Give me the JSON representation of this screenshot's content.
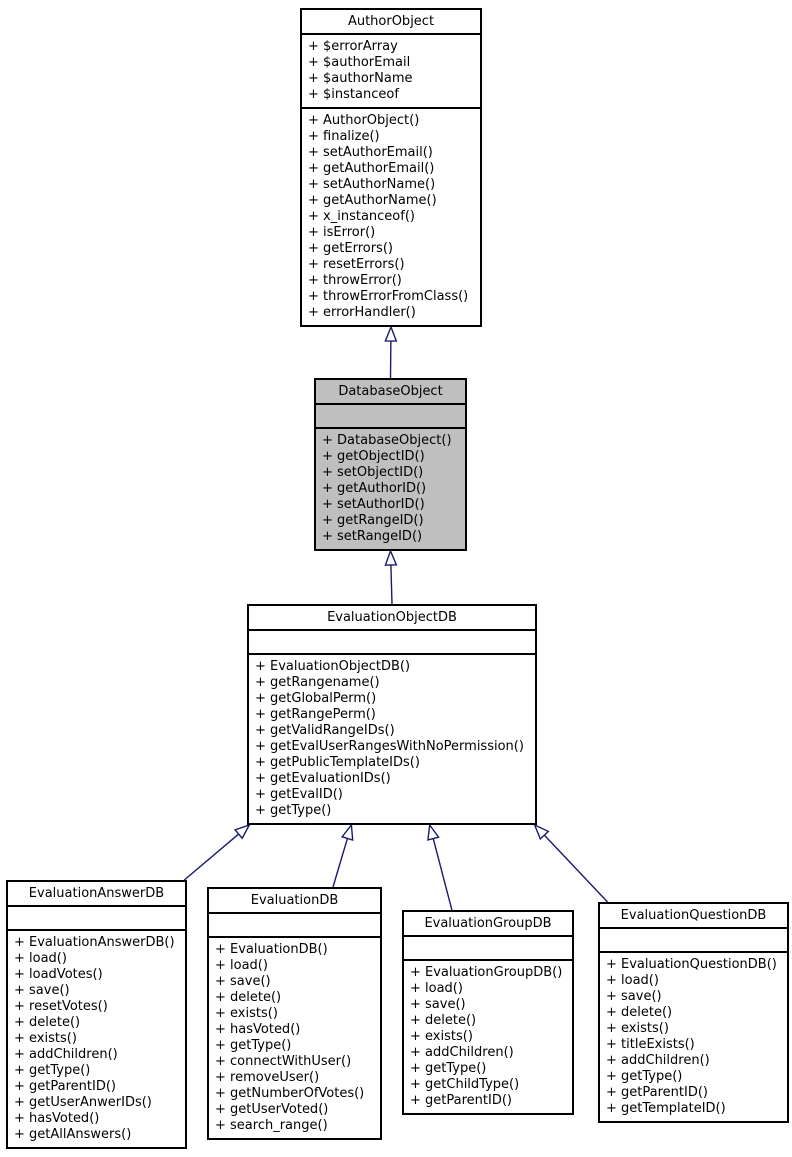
{
  "diagram": {
    "title": "UML class inheritance diagram",
    "background_color": "#ffffff",
    "node_border_color": "#000000",
    "node_fill_color": "#ffffff",
    "highlight_fill_color": "#bfbfbf",
    "edge_color": "#191970"
  },
  "classes": [
    {
      "id": "author",
      "name": "AuthorObject",
      "highlighted": false,
      "attributes": [
        "+ $errorArray",
        "+ $authorEmail",
        "+ $authorName",
        "+ $instanceof"
      ],
      "methods": [
        "+ AuthorObject()",
        "+ finalize()",
        "+ setAuthorEmail()",
        "+ getAuthorEmail()",
        "+ setAuthorName()",
        "+ getAuthorName()",
        "+ x_instanceof()",
        "+ isError()",
        "+ getErrors()",
        "+ resetErrors()",
        "+ throwError()",
        "+ throwErrorFromClass()",
        "+ errorHandler()"
      ]
    },
    {
      "id": "database",
      "name": "DatabaseObject",
      "highlighted": true,
      "attributes": [],
      "methods": [
        "+ DatabaseObject()",
        "+ getObjectID()",
        "+ setObjectID()",
        "+ getAuthorID()",
        "+ setAuthorID()",
        "+ getRangeID()",
        "+ setRangeID()"
      ]
    },
    {
      "id": "evalobject",
      "name": "EvaluationObjectDB",
      "highlighted": false,
      "attributes": [],
      "methods": [
        "+ EvaluationObjectDB()",
        "+ getRangename()",
        "+ getGlobalPerm()",
        "+ getRangePerm()",
        "+ getValidRangeIDs()",
        "+ getEvalUserRangesWithNoPermission()",
        "+ getPublicTemplateIDs()",
        "+ getEvaluationIDs()",
        "+ getEvalID()",
        "+ getType()"
      ]
    },
    {
      "id": "answer",
      "name": "EvaluationAnswerDB",
      "highlighted": false,
      "attributes": [],
      "methods": [
        "+ EvaluationAnswerDB()",
        "+ load()",
        "+ loadVotes()",
        "+ save()",
        "+ resetVotes()",
        "+ delete()",
        "+ exists()",
        "+ addChildren()",
        "+ getType()",
        "+ getParentID()",
        "+ getUserAnwerIDs()",
        "+ hasVoted()",
        "+ getAllAnswers()"
      ]
    },
    {
      "id": "evaluation",
      "name": "EvaluationDB",
      "highlighted": false,
      "attributes": [],
      "methods": [
        "+ EvaluationDB()",
        "+ load()",
        "+ save()",
        "+ delete()",
        "+ exists()",
        "+ hasVoted()",
        "+ getType()",
        "+ connectWithUser()",
        "+ removeUser()",
        "+ getNumberOfVotes()",
        "+ getUserVoted()",
        "+ search_range()"
      ]
    },
    {
      "id": "group",
      "name": "EvaluationGroupDB",
      "highlighted": false,
      "attributes": [],
      "methods": [
        "+ EvaluationGroupDB()",
        "+ load()",
        "+ save()",
        "+ delete()",
        "+ exists()",
        "+ addChildren()",
        "+ getType()",
        "+ getChildType()",
        "+ getParentID()"
      ]
    },
    {
      "id": "question",
      "name": "EvaluationQuestionDB",
      "highlighted": false,
      "attributes": [],
      "methods": [
        "+ EvaluationQuestionDB()",
        "+ load()",
        "+ save()",
        "+ delete()",
        "+ exists()",
        "+ titleExists()",
        "+ addChildren()",
        "+ getType()",
        "+ getParentID()",
        "+ getTemplateID()"
      ]
    }
  ],
  "edges": [
    {
      "from": "database",
      "to": "author",
      "relation": "inherits"
    },
    {
      "from": "evalobject",
      "to": "database",
      "relation": "inherits"
    },
    {
      "from": "answer",
      "to": "evalobject",
      "relation": "inherits"
    },
    {
      "from": "evaluation",
      "to": "evalobject",
      "relation": "inherits"
    },
    {
      "from": "group",
      "to": "evalobject",
      "relation": "inherits"
    },
    {
      "from": "question",
      "to": "evalobject",
      "relation": "inherits"
    }
  ]
}
